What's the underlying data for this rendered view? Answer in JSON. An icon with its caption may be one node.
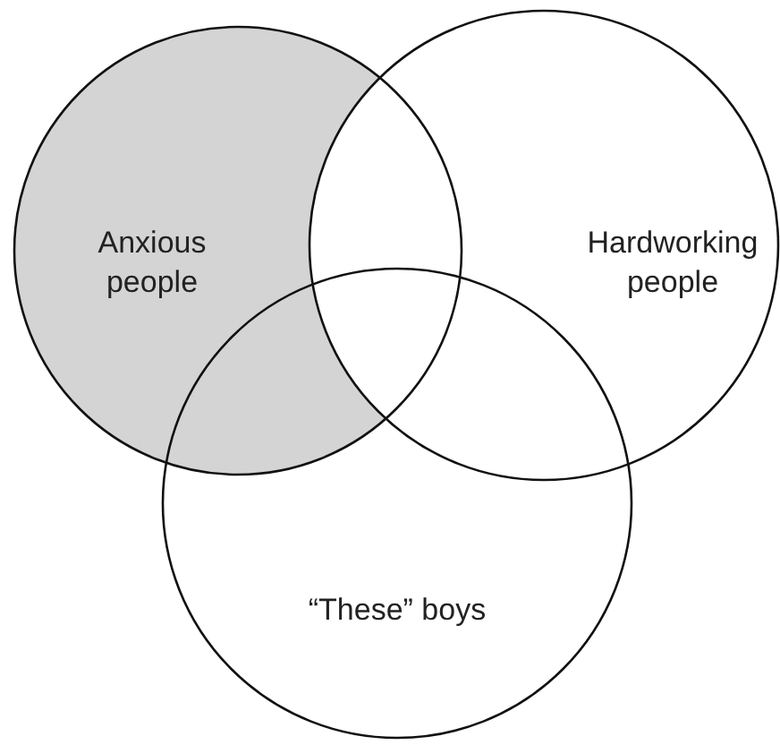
{
  "diagram": {
    "nodes": [
      {
        "text": [
          "Anxious people"
        ]
      },
      {
        "text": [
          "Hardworking people"
        ]
      },
      {
        "text": [
          "“These” boys"
        ]
      }
    ]
  }
}
